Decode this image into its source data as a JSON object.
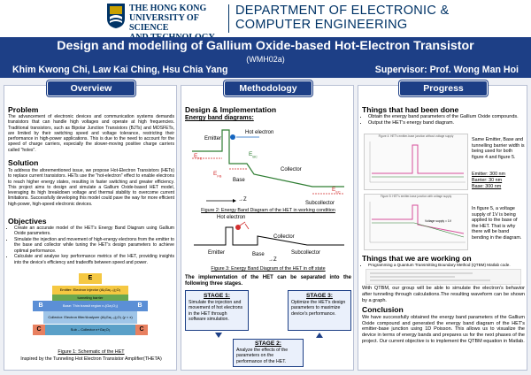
{
  "header": {
    "university": [
      "THE HONG KONG",
      "UNIVERSITY OF SCIENCE",
      "AND TECHNOLOGY"
    ],
    "department": [
      "DEPARTMENT OF ELECTRONIC &",
      "COMPUTER ENGINEERING"
    ],
    "title": "Design and modelling of Gallium Oxide-based Hot-Electron Transistor",
    "code": "(WMH02a)",
    "authors": "Khim Kwong Chi, Law Kai Ching, Hsu Chia Yang",
    "supervisor": "Supervisor: Prof. Wong Man Hoi"
  },
  "overview": {
    "heading": "Overview",
    "problem_title": "Problem",
    "problem_text": "The advancement of electronic devices and communication systems demands transistors that can handle high voltages and operate at high frequencies. Traditional transistors, such as Bipolar Junction Transistors (BJTs) and MOSFETs, are limited by their switching speed and voltage tolerance, restricting their performance in high-power applications. This is due to the need to account for the speed of charge carriers, especially the slower-moving positive charge carriers called \"holes\".",
    "solution_title": "Solution",
    "solution_text": "To address the aforementioned issue, we propose Hot-Electron Transistors (HETs) to replace current transistors. HETs use the \"hot-electron\" effect to enable electrons to reach higher energy states, resulting in faster switching and greater efficiency. This project aims to design and simulate a Gallium Oxide-based HET model, leveraging its high breakdown voltage and thermal stability to overcome current limitations. Successfully developing this model could pave the way for more efficient high-power, high-speed electronic devices.",
    "objectives_title": "Objectives",
    "objectives": [
      "Create an accurate model of the HET's Energy Band Diagram using Gallium Oxide parameters.",
      "Simulate the injection and movement of high-energy electrons from the emitter to the base and collector while tuning the HET's design parameters to achieve optimal performance.",
      "Calculate and analyse key performance metrics of the HET, providing insights into the device's efficiency and tradeoffs between speed and power."
    ],
    "schematic": {
      "e": "E",
      "b": "B",
      "c": "C",
      "layer1": "Emitter: Electron injector (AlₓGa₁₋ₓ)₂O₃",
      "layer2": "tunneling barrier",
      "layer3": "Base: Thin transit region n-(Ga₂O₃)",
      "layer4": "Collector: Electron filter/Analyzer (AlᵧGa₁₋ᵧ)₂O₃ (y < x)",
      "layer5": "Sub – Collector n+Ga₂O₃"
    },
    "fig1_caption": "Figure 1: Schematic of the HET",
    "fig1_note": "Inspired by the Tunneling Hot Electron Transistor Amplifier(THETA)"
  },
  "methodology": {
    "heading": "Methodology",
    "section_title": "Design & Implementation",
    "sub_title": "Energy band diagrams:",
    "fig2": {
      "emitter": "Emitter",
      "hot_electron": "Hot electron",
      "base": "Base",
      "collector": "Collector",
      "subcollector": "Subcollector",
      "efe": "E",
      "efb": "E",
      "efc": "E",
      "ebc": "E",
      "efe_sub": "FE",
      "efb_sub": "FB",
      "efc_sub": "FC",
      "ebc_sub": "BC",
      "z": "Z"
    },
    "fig2_caption": "Figure 2: Energy Band Diagram of the HET in working condition",
    "fig3": {
      "hot_electron": "Hot electron",
      "emitter": "Emitter",
      "base": "Base",
      "collector": "Collector",
      "subcollector": "Subcollector",
      "z": "Z"
    },
    "fig3_caption": "Figure 3: Energy Band Diagram of the HET in off state",
    "intro": "The implementation of the HET can be separated into the following three stages.",
    "stage1_title": "STAGE 1:",
    "stage1_text": "Simulate the injection and movement of hot electrons in the HET through software simulation.",
    "stage2_title": "STAGE 2:",
    "stage2_text": "Analyze the effects of the parameters on the performance of the HET.",
    "stage3_title": "STAGE 3:",
    "stage3_text": "Optimize the HET's design parameters to maximize device's performance."
  },
  "progress": {
    "heading": "Progress",
    "done_title": "Things that had been done",
    "done_items": [
      "Obtain the energy band parameters of the Gallium Oxide compounds.",
      "Output the HET's energy band diagram."
    ],
    "fig4_title": "Figure 4: HET's emitter-base junction without voltage supply",
    "fig5_title": "Figure 5: HET's emitter-base junction with voltage supply",
    "side_text_1": "Same Emitter, Base and tunnelling barrier width is being used for both figure 4 and figure 5.",
    "emitter_val": "Emitter: 300 nm",
    "barrier_val": "Barrier: 30 nm",
    "base_val": "Base: 300 nm",
    "side_text_2": "In figure 5, a voltage supply of 1V is being applied to the base of the HET. That is why there will be band bending in the diagram.",
    "voltage_label": "Voltage supply = 1V",
    "working_title": "Things that we are working on",
    "working_item": "Programming a Quantum Transmitting Boundary Method (QTBM) Matlab code.",
    "working_text": "With QTBM, our group will be able to simulate the electron's behavior after tunneling through calculations.The resulting waveform can be shown by a graph.",
    "conclusion_title": "Conclusion",
    "conclusion_text": "We have successfully obtained the energy band parameters of the Gallium Oxide compound and generated the energy band diagram of the HET's emitter-base junction using 1D Poisson. This allows us to visualize the device in terms of energy bands and prepares us for the next phases of the project. Our current objective is to implement the QTBM equation in Matlab."
  },
  "colors": {
    "banner": "#1d3f86",
    "emitter_layer": "#f5c842",
    "base_layer": "#5b8fd6",
    "collector_layer": "#e88060",
    "barrier_layer": "#6aa84f",
    "sub_layer": "#5aa0c8",
    "plot_line": "#d64f9a",
    "band_line": "#2e7d32"
  }
}
